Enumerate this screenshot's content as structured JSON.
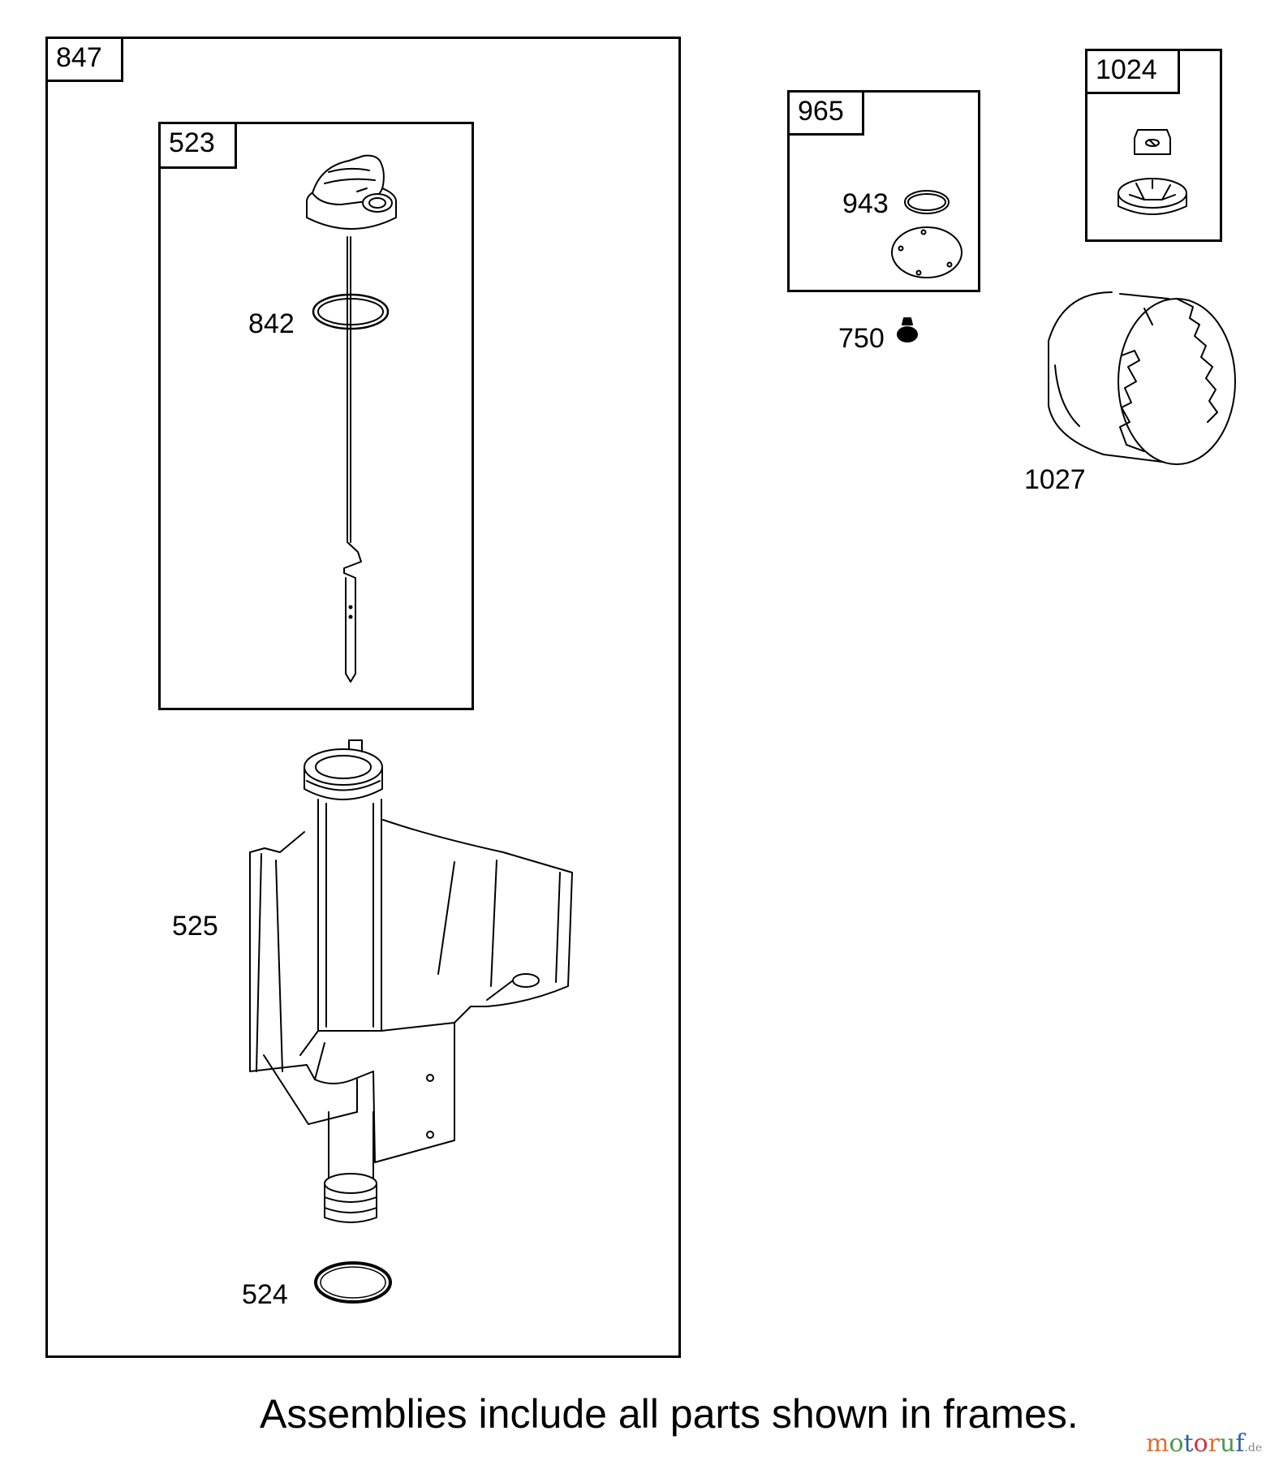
{
  "frames": {
    "f847": "847",
    "f523": "523",
    "f965": "965",
    "f1024": "1024"
  },
  "parts": {
    "p842": "842",
    "p525": "525",
    "p524": "524",
    "p943": "943",
    "p750": "750",
    "p1027": "1027"
  },
  "caption": "Assemblies include all parts shown in frames.",
  "watermark": "motoruf.de"
}
